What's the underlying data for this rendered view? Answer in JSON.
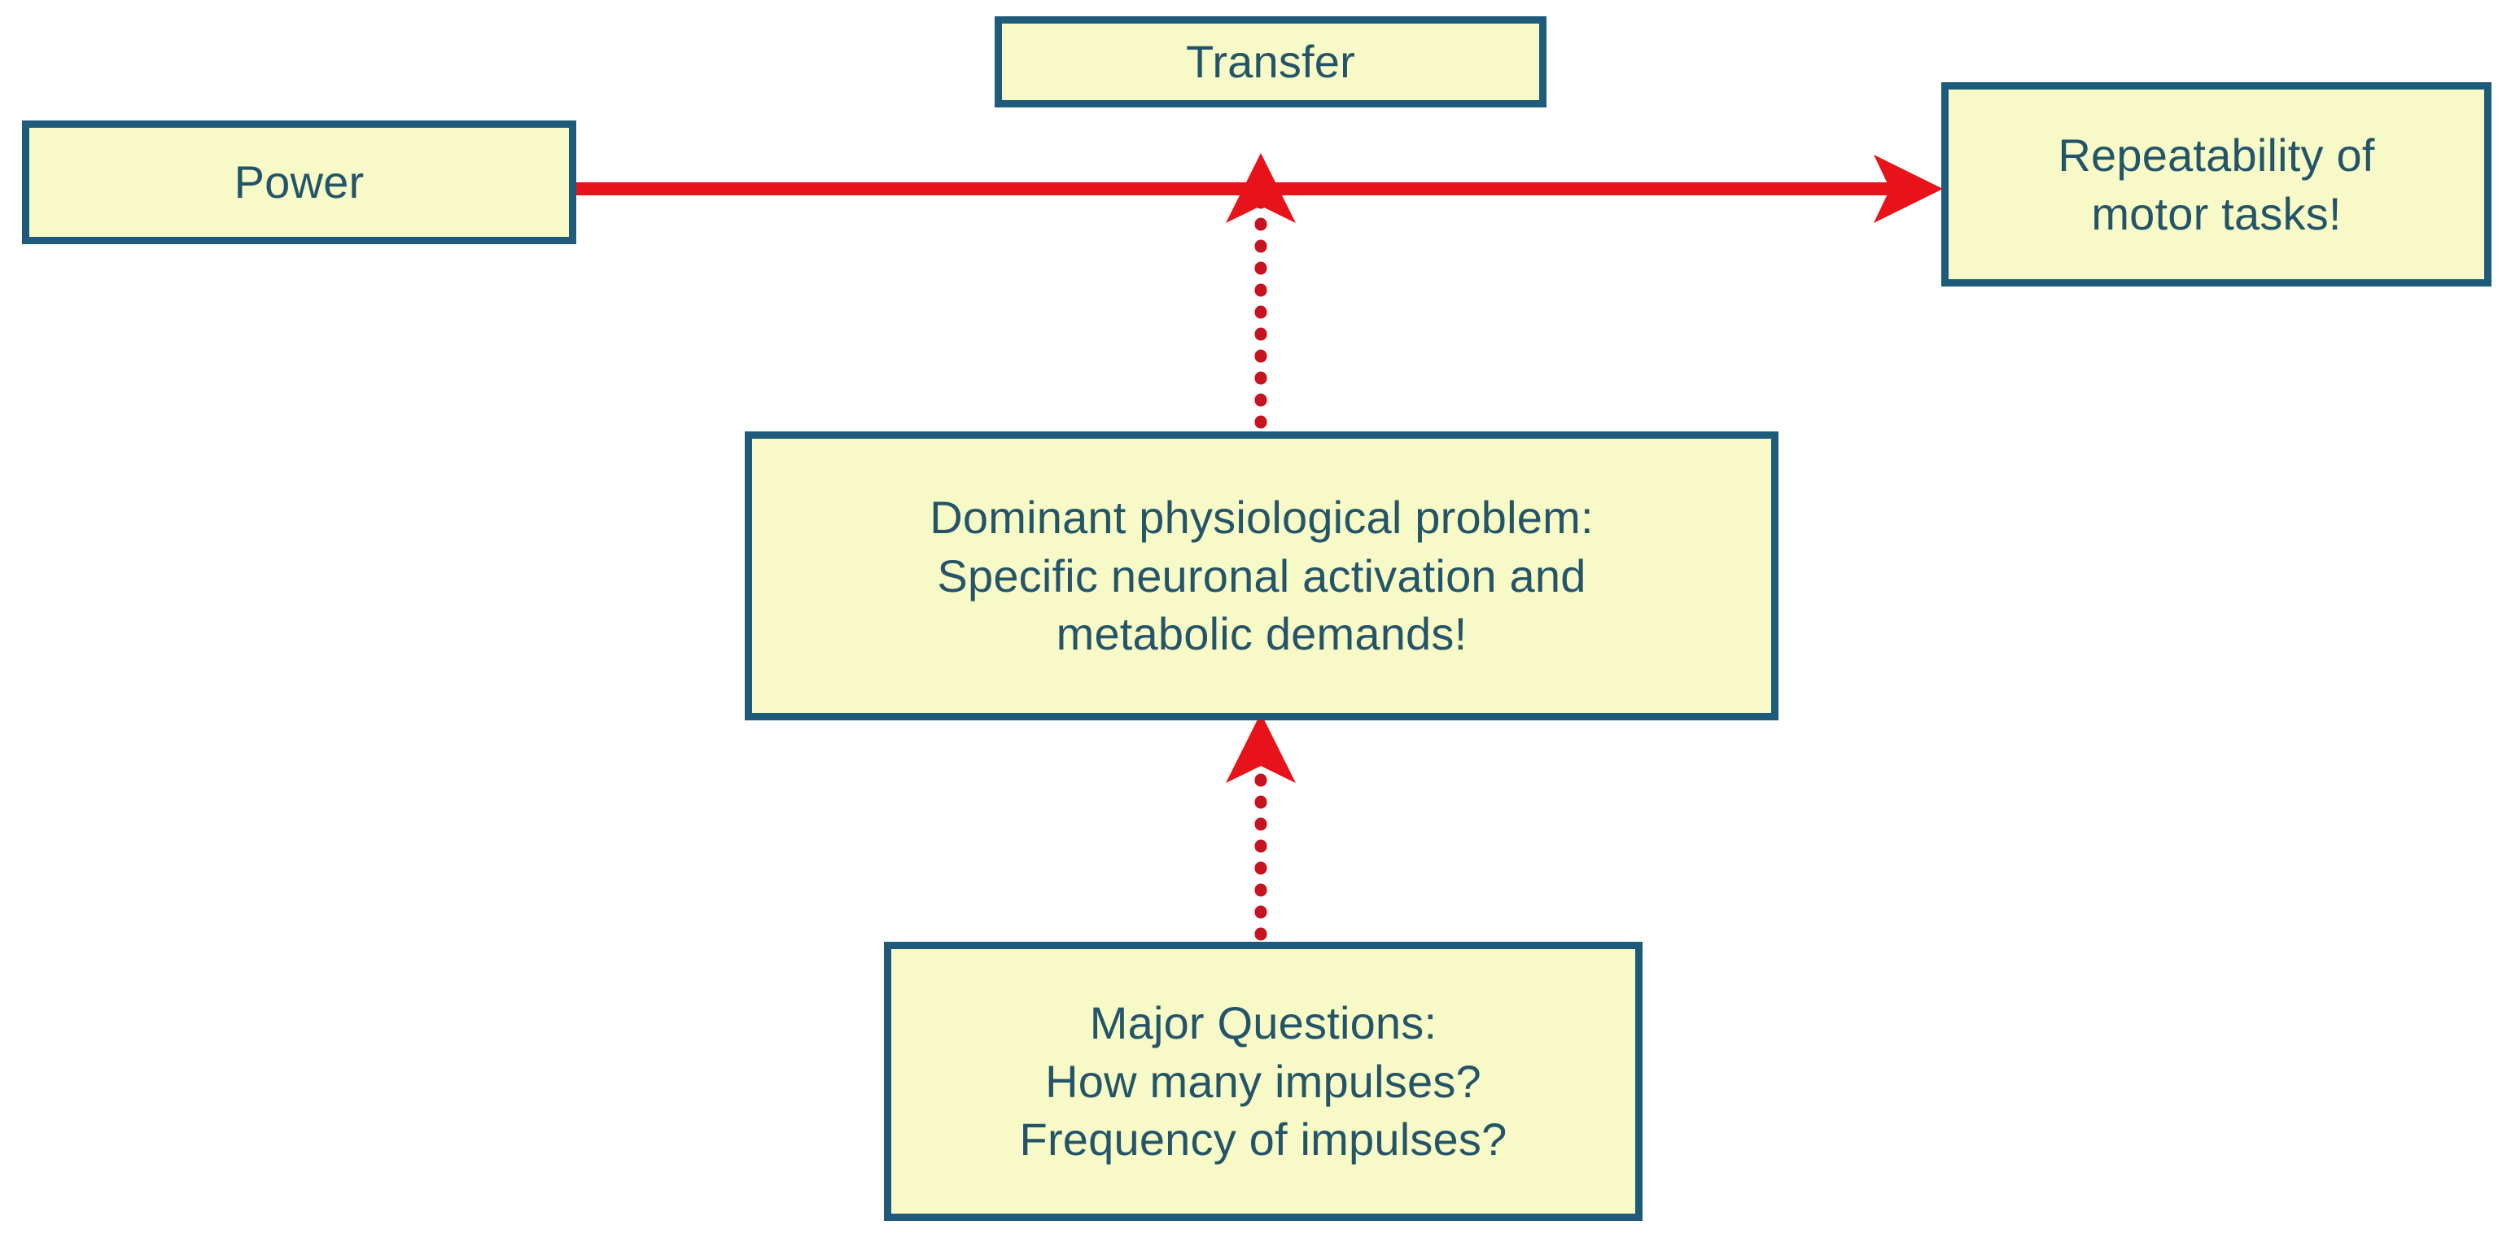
{
  "diagram": {
    "title_text": "",
    "background_color": "#ffffff",
    "node_fill_color": "#f7fac6",
    "node_border_color": "#1e5b7b",
    "node_text_color": "#235468",
    "connector_color": "#e8121a",
    "nodes": [
      {
        "id": "power",
        "label": "Power",
        "icon": "rounded-rectangle-node"
      },
      {
        "id": "transfer",
        "label": "Transfer",
        "icon": "rounded-rectangle-node"
      },
      {
        "id": "repeatability",
        "label": "Repeatability of\nmotor tasks!",
        "icon": "rounded-rectangle-node"
      },
      {
        "id": "dominant-problem",
        "label": "Dominant physiological problem:\nSpecific neuronal activation and\nmetabolic demands!",
        "icon": "rounded-rectangle-node"
      },
      {
        "id": "major-questions",
        "label": "Major Questions:\nHow many impulses?\nFrequency of impulses?",
        "icon": "rounded-rectangle-node"
      }
    ],
    "connectors": [
      {
        "id": "power-to-repeatability",
        "from": "power",
        "to": "repeatability",
        "style": "solid",
        "color": "#e8121a",
        "direction": "right",
        "arrowhead": "swept"
      },
      {
        "id": "dominant-to-transfer",
        "from": "dominant-problem",
        "to": "transfer",
        "style": "dotted",
        "color": "#c6131f",
        "direction": "up",
        "arrowhead": "swept"
      },
      {
        "id": "questions-to-dominant",
        "from": "major-questions",
        "to": "dominant-problem",
        "style": "dotted",
        "color": "#c6131f",
        "direction": "up",
        "arrowhead": "swept"
      }
    ]
  }
}
